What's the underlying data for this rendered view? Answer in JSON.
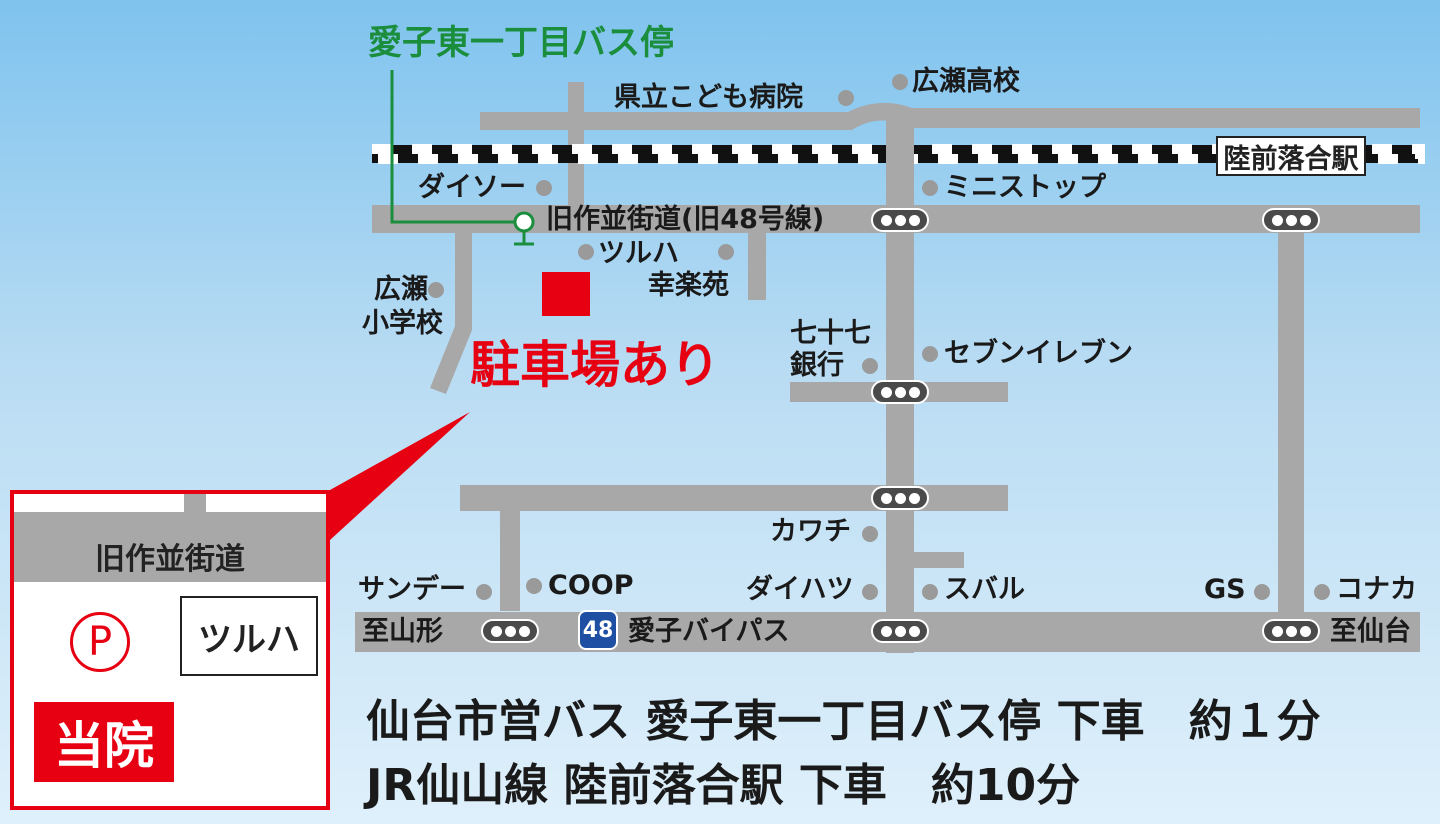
{
  "map": {
    "bus_stop_name": "愛子東一丁目バス停",
    "station": "陸前落合駅",
    "parking": "駐車場あり",
    "landmarks": {
      "kenritsu_kodomo": "県立こども病院",
      "hirose_koukou": "広瀬高校",
      "daiso": "ダイソー",
      "ministop": "ミニストップ",
      "old_road": "旧作並街道(旧48号線)",
      "tsuruha": "ツルハ",
      "kourakuen": "幸楽苑",
      "hirose_school_1": "広瀬",
      "hirose_school_2": "小学校",
      "bank_1": "七十七",
      "bank_2": "銀行",
      "seven_eleven": "セブンイレブン",
      "kawachi": "カワチ",
      "sunday": "サンデー",
      "coop": "COOP",
      "daihatsu": "ダイハツ",
      "subaru": "スバル",
      "gs": "GS",
      "konaka": "コナカ",
      "to_yamagata": "至山形",
      "bypass": "愛子バイパス",
      "route_number": "48",
      "to_sendai": "至仙台"
    }
  },
  "inset": {
    "road": "旧作並街道",
    "parking_symbol": "P",
    "shop": "ツルハ",
    "clinic": "当院"
  },
  "access": {
    "line1": "仙台市営バス 愛子東一丁目バス停 下車　約１分",
    "line2": "JR仙山線 陸前落合駅 下車　約10分"
  },
  "colors": {
    "accent_red": "#e60012",
    "bus_green": "#1a8e3c",
    "road_gray": "#a8a8a8",
    "route_blue": "#1e4fa3"
  }
}
